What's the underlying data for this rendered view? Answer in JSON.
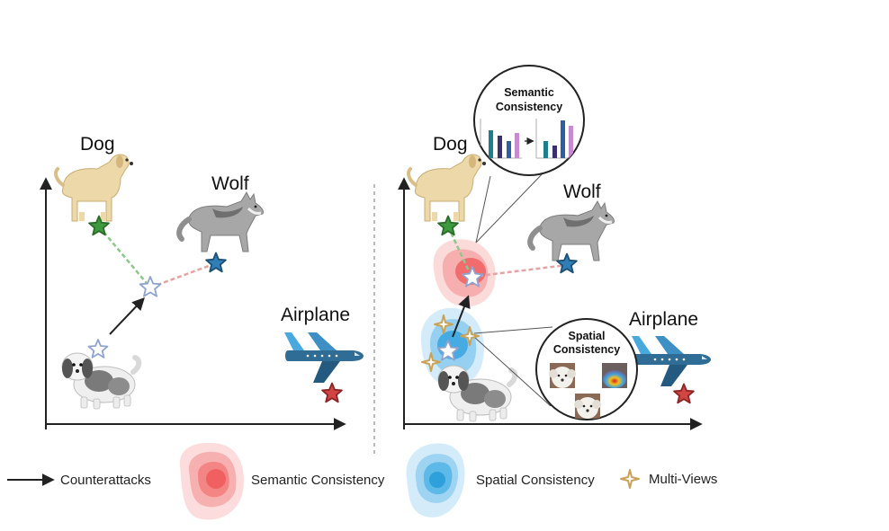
{
  "labels": {
    "left": {
      "dog": "Dog",
      "wolf": "Wolf",
      "airplane": "Airplane"
    },
    "right": {
      "dog": "Dog",
      "wolf": "Wolf",
      "airplane": "Airplane"
    }
  },
  "callouts": {
    "semantic": {
      "line1": "Semantic",
      "line2": "Consistency"
    },
    "spatial": {
      "line1": "Spatial",
      "line2": "Consistency"
    }
  },
  "legend": {
    "counterattacks": "Counterattacks",
    "semantic": "Semantic Consistency",
    "spatial": "Spatial Consistency",
    "multiviews": "Multi-Views"
  },
  "colors": {
    "dog_star": "#3f9a3f",
    "wolf_star": "#2f7fb6",
    "airplane_star": "#d24545",
    "adv_star": "#8fa3cf",
    "multiview_star": "#c7a257",
    "semantic_region": "#f06a6a",
    "spatial_region": "#53b3e6"
  }
}
